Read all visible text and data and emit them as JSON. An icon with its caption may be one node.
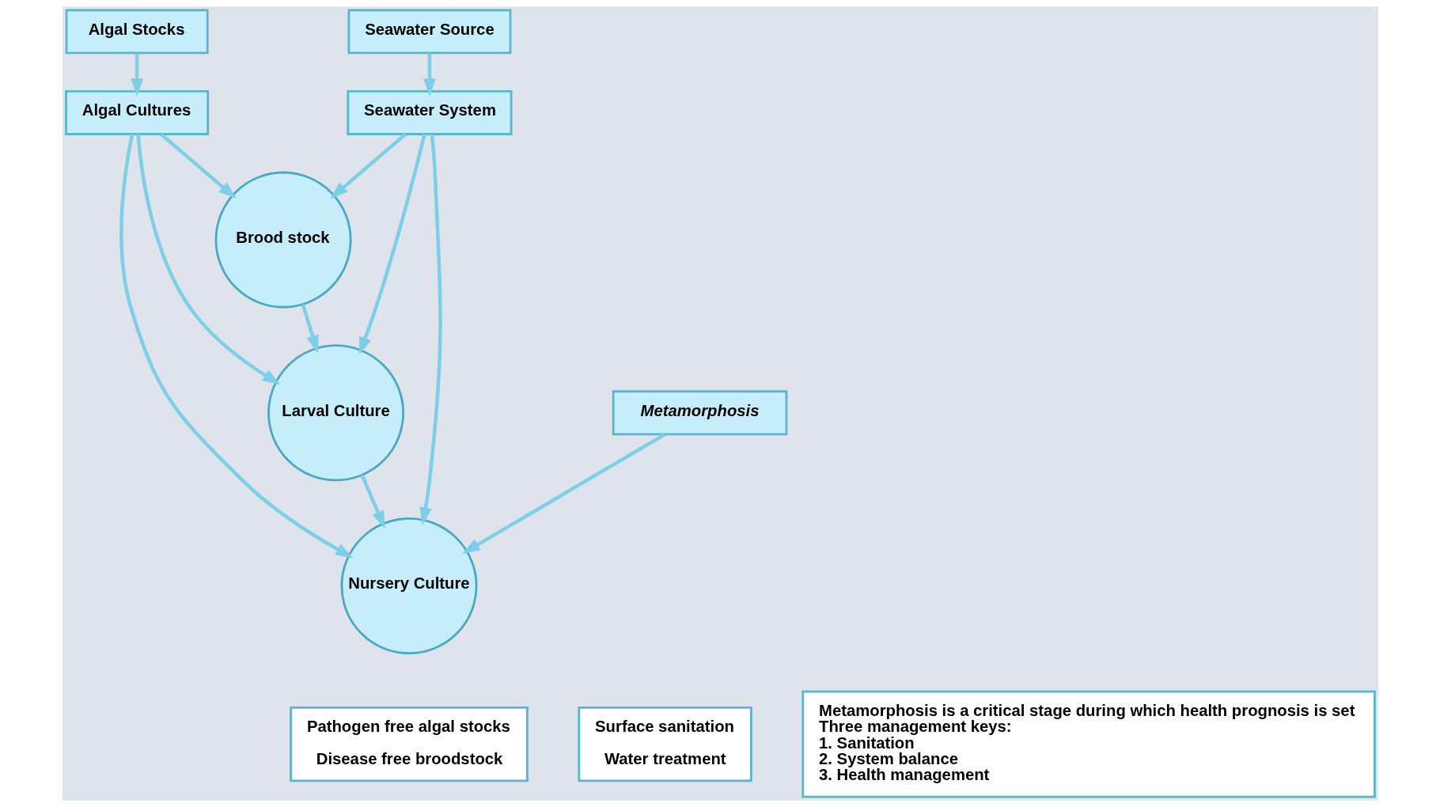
{
  "diagram": {
    "nodes": [
      {
        "text": [
          "Algal Stocks"
        ]
      },
      {
        "text": [
          "Algal Cultures"
        ]
      },
      {
        "text": [
          "Brood stock"
        ]
      },
      {
        "text": [
          "Larval Culture"
        ]
      },
      {
        "text": [
          "Nursery Culture"
        ]
      },
      {
        "text": [
          "Seawater Source"
        ]
      },
      {
        "text": [
          "Seawater System"
        ]
      },
      {
        "text": [
          "Metamorphosis"
        ]
      },
      {
        "text": [
          "Pathogen free algal stocks",
          "Disease free broodstock"
        ]
      },
      {
        "text": [
          "Surface sanitation",
          "Water treatment"
        ]
      },
      {
        "text": [
          "Metamorphosis is a critical stage during which health prognosis is set",
          "Three management keys:",
          "1. Sanitation",
          "2. System balance",
          "3. Health management"
        ]
      }
    ],
    "edges": [
      {
        "from": 0,
        "to": 1,
        "arrow": "to"
      },
      {
        "from": 1,
        "to": 2,
        "arrow": "to"
      },
      {
        "from": 1,
        "to": 3,
        "arrow": "to"
      },
      {
        "from": 1,
        "to": 4,
        "arrow": "to"
      },
      {
        "from": 2,
        "to": 3,
        "arrow": "to"
      },
      {
        "from": 3,
        "to": 4,
        "arrow": "to"
      },
      {
        "from": 5,
        "to": 6,
        "arrow": "to"
      },
      {
        "from": 6,
        "to": 2,
        "arrow": "to"
      },
      {
        "from": 6,
        "to": 3,
        "arrow": "to"
      },
      {
        "from": 6,
        "to": 4,
        "arrow": "to"
      },
      {
        "from": 7,
        "to": 4,
        "arrow": "to"
      }
    ]
  }
}
